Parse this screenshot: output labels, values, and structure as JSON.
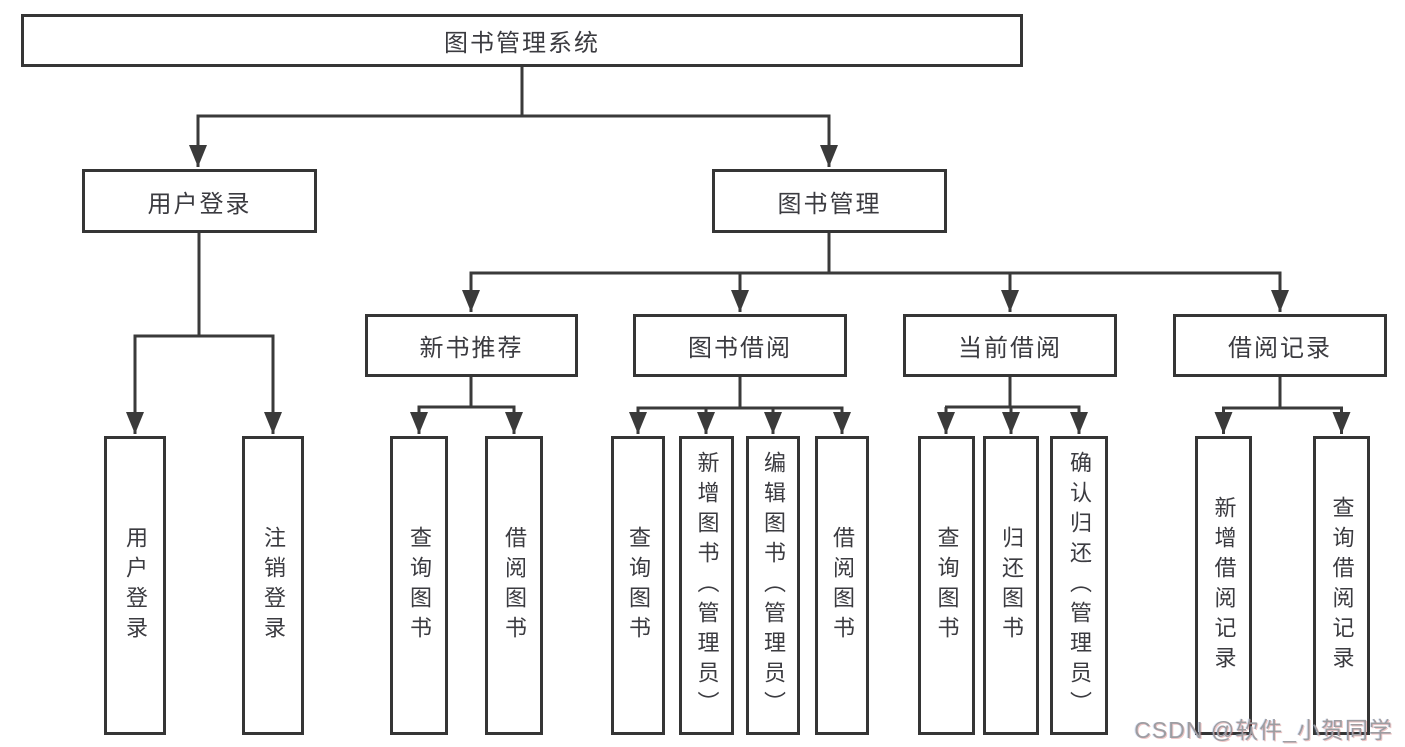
{
  "colors": {
    "background": "#ffffff",
    "line": "#3a3a3a",
    "box_border": "#353535",
    "text": "#3b3b40",
    "watermark": "#9d9da1"
  },
  "watermark": "CSDN @软件_小贺同学",
  "tree": {
    "root": {
      "label": "图书管理系统"
    },
    "branches": [
      {
        "label": "用户登录",
        "leaves": [
          {
            "label": "用户登录"
          },
          {
            "label": "注销登录"
          }
        ]
      },
      {
        "label": "图书管理",
        "sections": [
          {
            "label": "新书推荐",
            "leaves": [
              {
                "label": "查询图书"
              },
              {
                "label": "借阅图书"
              }
            ]
          },
          {
            "label": "图书借阅",
            "leaves": [
              {
                "label": "查询图书"
              },
              {
                "label": "新增图书（管理员）"
              },
              {
                "label": "编辑图书（管理员）"
              },
              {
                "label": "借阅图书"
              }
            ]
          },
          {
            "label": "当前借阅",
            "leaves": [
              {
                "label": "查询图书"
              },
              {
                "label": "归还图书"
              },
              {
                "label": "确认归还（管理员）"
              }
            ]
          },
          {
            "label": "借阅记录",
            "leaves": [
              {
                "label": "新增借阅记录"
              },
              {
                "label": "查询借阅记录"
              }
            ]
          }
        ]
      }
    ]
  }
}
